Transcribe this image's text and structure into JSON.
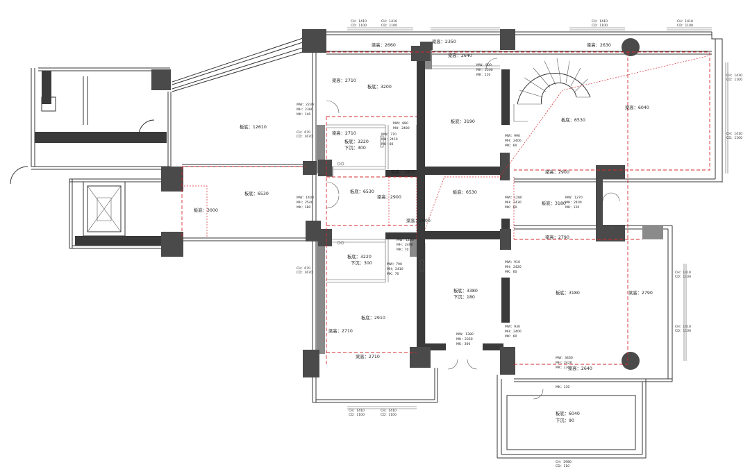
{
  "colors": {
    "wall": "#3a3a3a",
    "beam_line": "#d6282e",
    "paper": "#ffffff"
  },
  "beam_labels": {
    "b1": "梁高：2660",
    "b2": "梁高：2350",
    "b3": "梁高：2630",
    "b4": "梁高：2640",
    "b5": "梁高：2710",
    "b6": "梁高：2710",
    "b7": "梁高：6040",
    "b8": "梁高：2800",
    "b9": "梁高：2900",
    "b10": "梁高：2900",
    "b11": "梁高：2800",
    "b12": "梁高：2790",
    "b13": "梁高：2790",
    "b14": "梁高：2710",
    "b15": "梁高：2710",
    "b16": "梁高：2640"
  },
  "floor_labels": {
    "f1": "板底：3200",
    "f2": "板底：3190",
    "f3": "板底：6530",
    "f4": "板底：12610",
    "f5": "板底：3220",
    "f6": "下沉：300",
    "f7": "板底：6530",
    "f8": "板底：6530",
    "f9": "板底：6530",
    "f10": "板底：3000",
    "f11": "板底：3180",
    "f12": "板底：3220",
    "f13": "下沉：300",
    "f14": "板底：3380",
    "f15": "下沉：180",
    "f16": "板底：3180",
    "f17": "板底：2910",
    "f18": "板底：6040",
    "f19": "下沉：90"
  },
  "window_tags": {
    "w1": [
      "CH：1410",
      "CD：1100"
    ],
    "w2": [
      "CH：1410",
      "CD：1100"
    ],
    "w3": [
      "CH：1410",
      "CD：1100"
    ],
    "w4": [
      "CH：1410",
      "CD：1100"
    ],
    "w5": [
      "CH：1410",
      "CD：1100"
    ],
    "w6": [
      "CH：1410",
      "CD：1100"
    ],
    "w7": [
      "CH：670",
      "CD：1670"
    ],
    "w8": [
      "CH：670",
      "CD：1670"
    ],
    "w9": [
      "CH：1410",
      "CD：1100"
    ],
    "w10": [
      "CH：1410",
      "CD：1100"
    ],
    "w11": [
      "CH：1410",
      "CD：1100"
    ],
    "w12": [
      "CH：1410",
      "CD：1100"
    ],
    "w13": [
      "CH：5980",
      "CD：110"
    ]
  },
  "door_tags": {
    "d1": [
      "MW：800",
      "MH：2500",
      "MK：110"
    ],
    "d2": [
      "MW：2230",
      "MH：2380",
      "MK：140"
    ],
    "d3": [
      "MW：880",
      "MH：2480"
    ],
    "d4": [
      "MW：770",
      "MH：2410",
      "MK：80"
    ],
    "d5": [
      "MW：990",
      "MH：2400",
      "MK：60"
    ],
    "d6": [
      "MW：1400",
      "MH：2540",
      "MK：180"
    ],
    "d7": [
      "MW：1280",
      "MH：2430",
      "MK：60"
    ],
    "d8": [
      "MW：1270",
      "MH：2400",
      "MK：120"
    ],
    "d9": [
      "MW：1200",
      "MH：2490",
      "MK：70"
    ],
    "d10": [
      "MW：790",
      "MH：2410",
      "MK：70"
    ],
    "d11": [
      "MW：910",
      "MH：2420",
      "MK：60"
    ],
    "d12": [
      "MW：930",
      "MH：2400",
      "MK：60"
    ],
    "d13": [
      "MW：1380",
      "MH：2350",
      "MK：300"
    ],
    "d14": [
      "MW：3460",
      "MH：2420",
      "MK：130"
    ],
    "d15": [
      "MK：130"
    ]
  }
}
